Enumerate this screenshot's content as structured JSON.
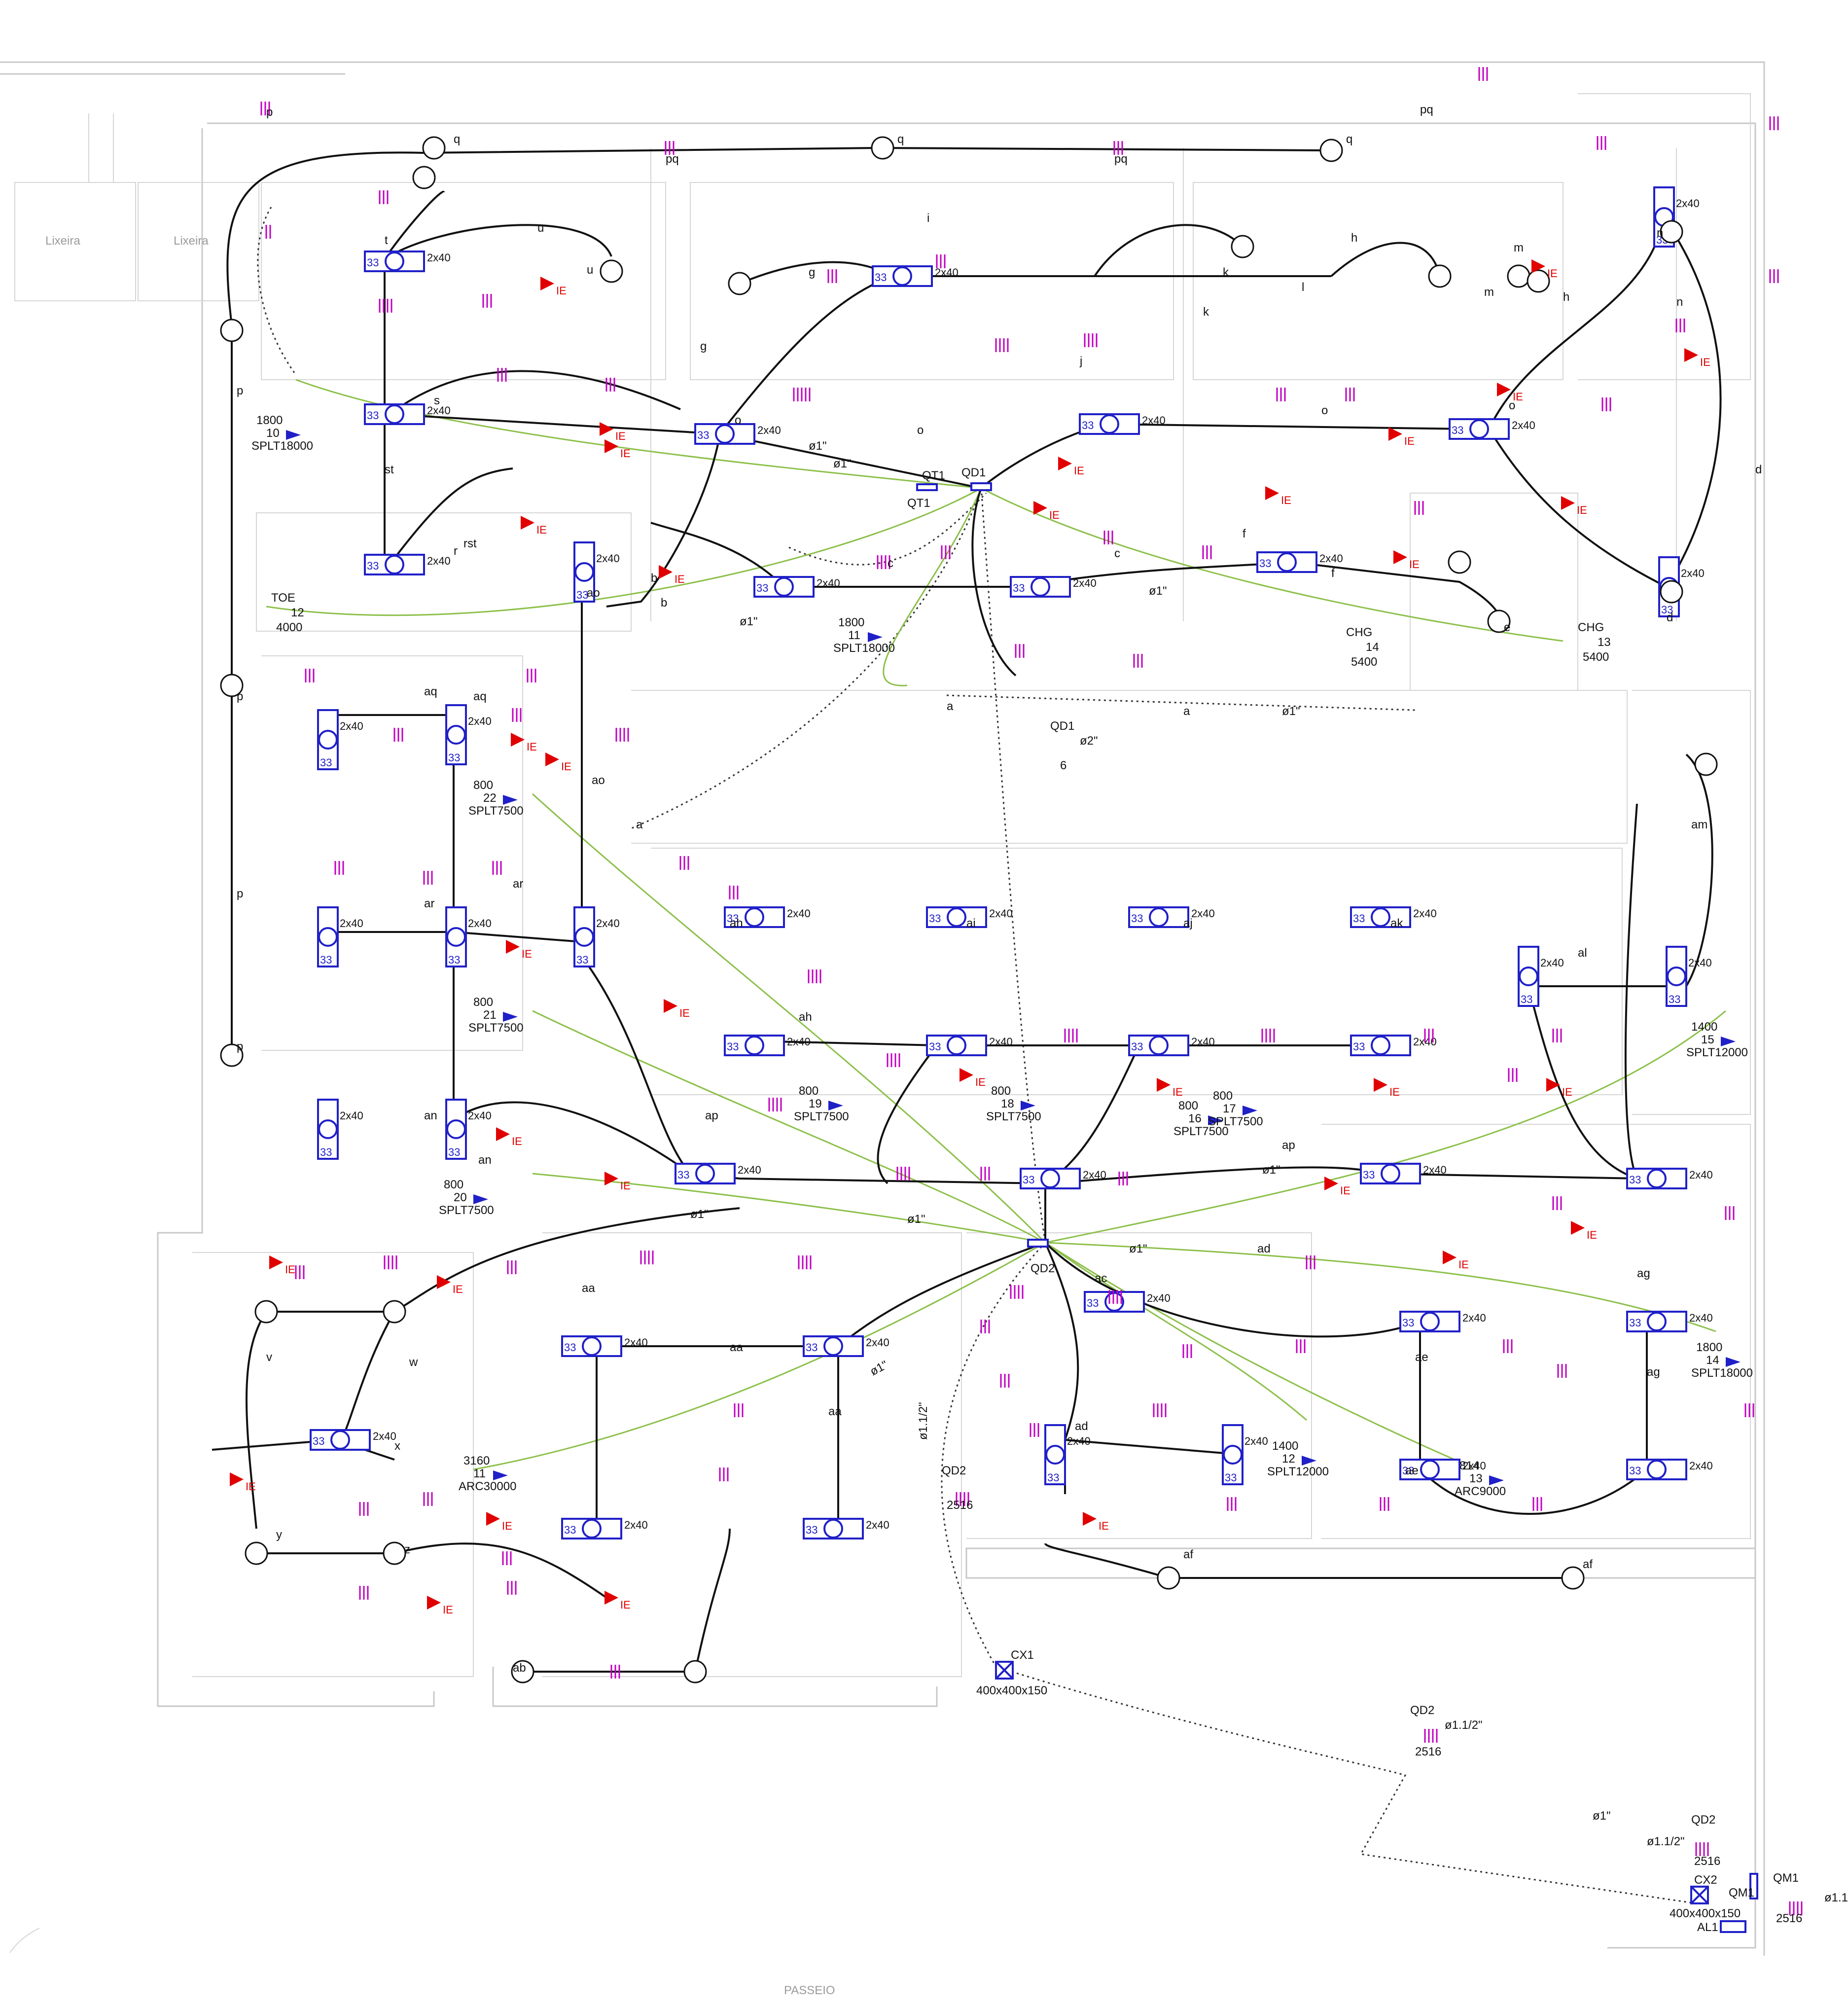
{
  "labels": {
    "lixeira_1": "Lixeira",
    "lixeira_2": "Lixeira",
    "passeio": "PASSEIO",
    "qd1": "QD1",
    "qd1_feed": "ø2\"",
    "qd1_feed_n": "6",
    "qd2": "QD2",
    "qd2_feed": "ø1.1/2\"",
    "qd2_feed_n": "2516",
    "qt1": "QT1",
    "cx1": "CX1",
    "cx1_size": "400x400x150",
    "cx2": "CX2",
    "cx2_size": "400x400x150",
    "qm1": "QM1",
    "qm1_feed": "ø1.1",
    "qm1_n": "2516",
    "al1": "AL1",
    "conduit": "ø1\"",
    "conduit_alt": "ø1.1/2\"",
    "qd2_tag": "QD2",
    "qd2_tag_n": "2516"
  },
  "luminaire": {
    "code": "33",
    "lamp": "2x40"
  },
  "ie": "IE",
  "ac_units": [
    {
      "model": "SPLT18000",
      "power": "1800",
      "circuit": "10"
    },
    {
      "model": "SPLT7500",
      "power": "800",
      "circuit": "22"
    },
    {
      "model": "SPLT7500",
      "power": "800",
      "circuit": "21"
    },
    {
      "model": "SPLT7500",
      "power": "800",
      "circuit": "20"
    },
    {
      "model": "SPLT12000",
      "power": "1400",
      "circuit": "15"
    },
    {
      "model": "SPLT18000",
      "power": "1800",
      "circuit": "14"
    },
    {
      "model": "SPLT12000",
      "power": "1400",
      "circuit": "12"
    },
    {
      "model": "ARC30000",
      "power": "3160",
      "circuit": "11"
    },
    {
      "model": "ARC9000",
      "power": "814",
      "circuit": "13"
    },
    {
      "model": "SPLT18000",
      "power": "1800",
      "circuit": "11"
    },
    {
      "model": "SPLT7500",
      "power": "800",
      "circuit": "19"
    },
    {
      "model": "SPLT7500",
      "power": "800",
      "circuit": "18"
    },
    {
      "model": "SPLT7500",
      "power": "800",
      "circuit": "16"
    },
    {
      "model": "SPLT7500",
      "power": "800",
      "circuit": "17"
    }
  ],
  "special": [
    {
      "model": "TOE",
      "power": "4000",
      "circuit": "12"
    },
    {
      "model": "CHG",
      "power": "5400",
      "circuit": "14"
    },
    {
      "model": "CHG",
      "power": "5400",
      "circuit": "13"
    }
  ],
  "circuit_ids": [
    "p",
    "q",
    "pq",
    "t",
    "u",
    "s",
    "r",
    "st",
    "rst",
    "g",
    "h",
    "i",
    "j",
    "k",
    "l",
    "m",
    "n",
    "o",
    "a",
    "b",
    "c",
    "d",
    "e",
    "f",
    "aq",
    "ar",
    "an",
    "ao",
    "ah",
    "ai",
    "aj",
    "ak",
    "al",
    "am",
    "ap",
    "aa",
    "ab",
    "ac",
    "ad",
    "ae",
    "af",
    "ag",
    "v",
    "w",
    "x",
    "y",
    "z"
  ]
}
